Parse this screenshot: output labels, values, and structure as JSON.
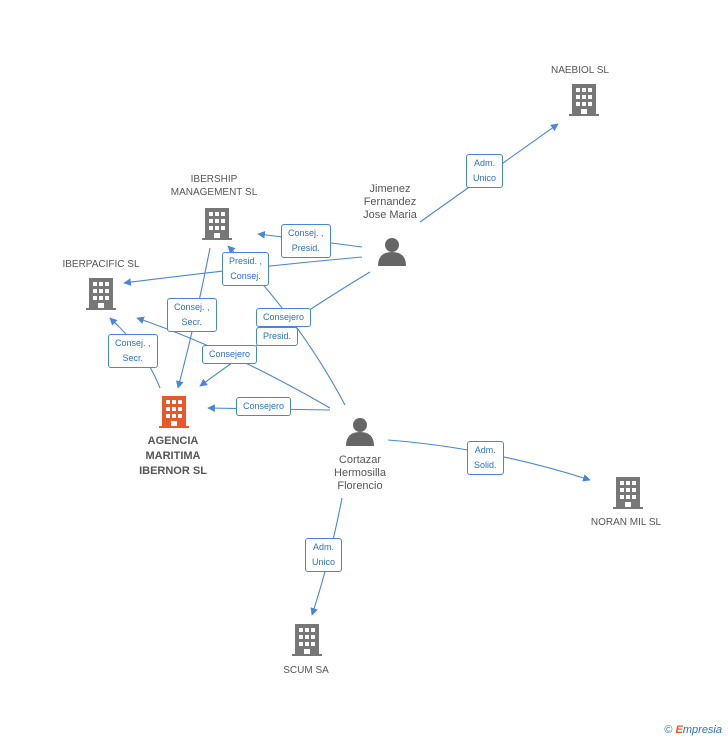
{
  "colors": {
    "edge": "#4a86d6",
    "building": "#777777",
    "main_building": "#e8582b",
    "person": "#666666"
  },
  "companies": {
    "naebiol": "NAEBIOL  SL",
    "ibership": "IBERSHIP\nMANAGEMENT SL",
    "iberpacific": "IBERPACIFIC SL",
    "agencia": "AGENCIA\nMARITIMA\nIBERNOR SL",
    "noran": "NORAN MIL  SL",
    "scum": "SCUM SA"
  },
  "persons": {
    "jimenez": "Jimenez\nFernandez\nJose Maria",
    "cortazar": "Cortazar\nHermosilla\nFlorencio"
  },
  "edge_labels": {
    "adm_unico_naebiol": "Adm.\nUnico",
    "consej_presid_ibership": "Consej. ,\nPresid.",
    "presid_consej": "Presid. ,\nConsej.",
    "consej_secr_ibership": "Consej. ,\nSecr.",
    "consejero_1": "Consejero",
    "presid_2": "Presid.",
    "consej_secr_iberpacific": "Consej. ,\nSecr.",
    "consejero_2": "Consejero",
    "consejero_3": "Consejero",
    "adm_solid": "Adm.\nSolid.",
    "adm_unico_scum": "Adm.\nUnico"
  },
  "footer": {
    "copyright": "©",
    "brand_first": "E",
    "brand_rest": "mpresia"
  }
}
